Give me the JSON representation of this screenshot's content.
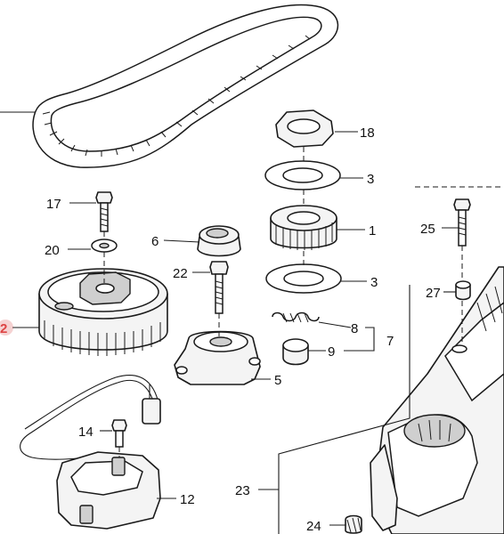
{
  "callouts": [
    {
      "id": "1",
      "label": "1"
    },
    {
      "id": "2",
      "label": "2",
      "highlighted": true
    },
    {
      "id": "3a",
      "label": "3"
    },
    {
      "id": "3b",
      "label": "3"
    },
    {
      "id": "5",
      "label": "5"
    },
    {
      "id": "6",
      "label": "6"
    },
    {
      "id": "7",
      "label": "7"
    },
    {
      "id": "8",
      "label": "8"
    },
    {
      "id": "9",
      "label": "9"
    },
    {
      "id": "12",
      "label": "12"
    },
    {
      "id": "14",
      "label": "14"
    },
    {
      "id": "17",
      "label": "17"
    },
    {
      "id": "18",
      "label": "18"
    },
    {
      "id": "20",
      "label": "20"
    },
    {
      "id": "22",
      "label": "22"
    },
    {
      "id": "23",
      "label": "23"
    },
    {
      "id": "24",
      "label": "24"
    },
    {
      "id": "25",
      "label": "25"
    },
    {
      "id": "27",
      "label": "27"
    }
  ],
  "colors": {
    "line": "#1a1a1a",
    "highlight": "#d94a4a"
  }
}
